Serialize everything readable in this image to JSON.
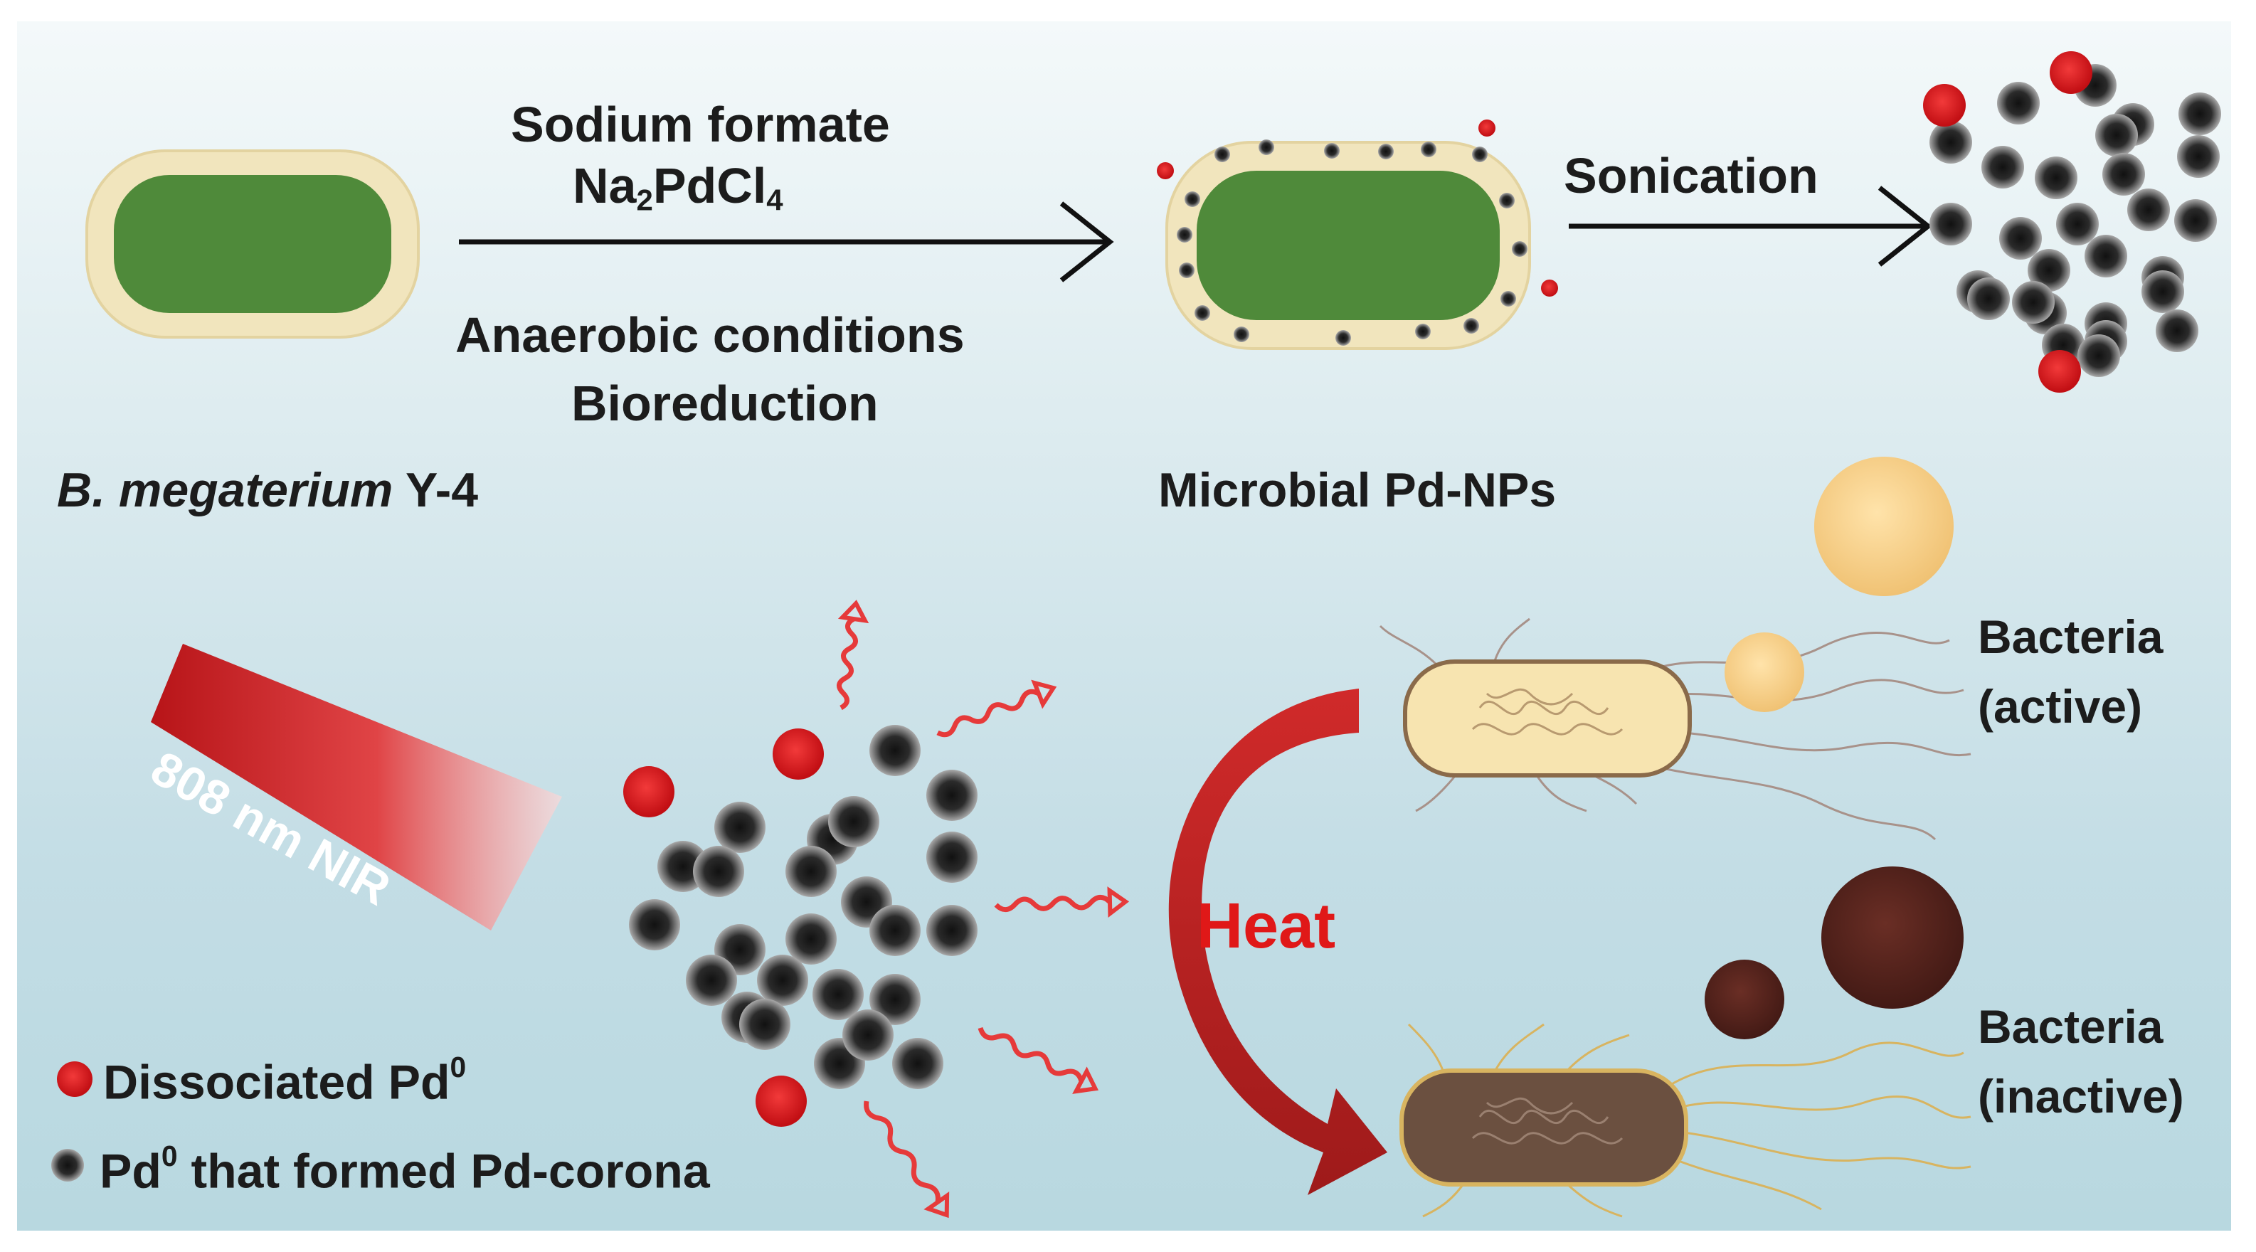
{
  "step1": {
    "reagent": "Sodium formate",
    "salt_prefix": "Na",
    "salt_sub1": "2",
    "salt_mid": "PdCl",
    "salt_sub2": "4",
    "condition1": "Anaerobic conditions",
    "condition2": "Bioreduction"
  },
  "step2": {
    "label": "Sonication"
  },
  "labels": {
    "organism_italic": "B. megaterium",
    "organism_strain": "Y-4",
    "product": "Microbial Pd-NPs",
    "laser": "808 nm NIR",
    "heat": "Heat",
    "active_line1": "Bacteria",
    "active_line2": "(active)",
    "inactive_line1": "Bacteria",
    "inactive_line2": "(inactive)"
  },
  "legend": {
    "item1_text": "Dissociated Pd",
    "item1_sup": "0",
    "item2_text": "Pd",
    "item2_sup": "0",
    "item2_rest": " that formed Pd-corona"
  },
  "colors": {
    "cell_green": "#4f8a3a",
    "cell_wall": "#f1e5bd",
    "pd_red": "#d8191f",
    "pd_black": "#2b2b2b",
    "heat_red": "#e01818",
    "active_cell": "#f7e4b0",
    "inactive_cell": "#6b5040"
  }
}
